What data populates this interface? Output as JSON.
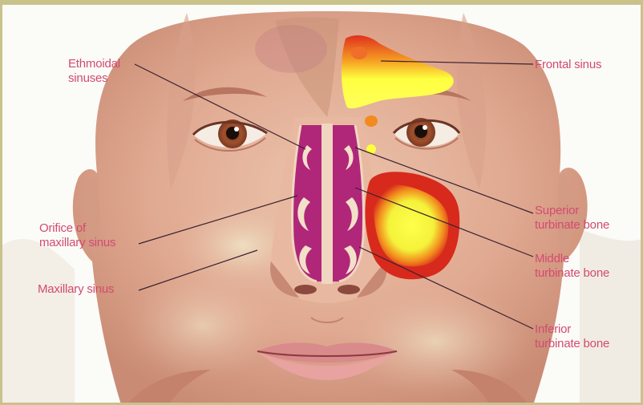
{
  "labels": {
    "ethmoidal": "Ethmoidal\nsinuses",
    "frontal": "Frontal sinus",
    "orifice": "Orifice of\nmaxillary sinus",
    "maxillary": "Maxillary sinus",
    "superior": "Superior\nturbinate bone",
    "middle": "Middle\nturbinate bone",
    "inferior": "Inferior\nturbinate bone"
  },
  "colors": {
    "label_text": "#d24b70",
    "leader_line": "#3a2230",
    "skin_light": "#e2ad98",
    "skin_shadow": "#c48772",
    "background": "#fdfdfd",
    "sinus_yellow": "#ffff33",
    "sinus_red": "#d9281c",
    "nasal_purple": "#b0277a"
  }
}
